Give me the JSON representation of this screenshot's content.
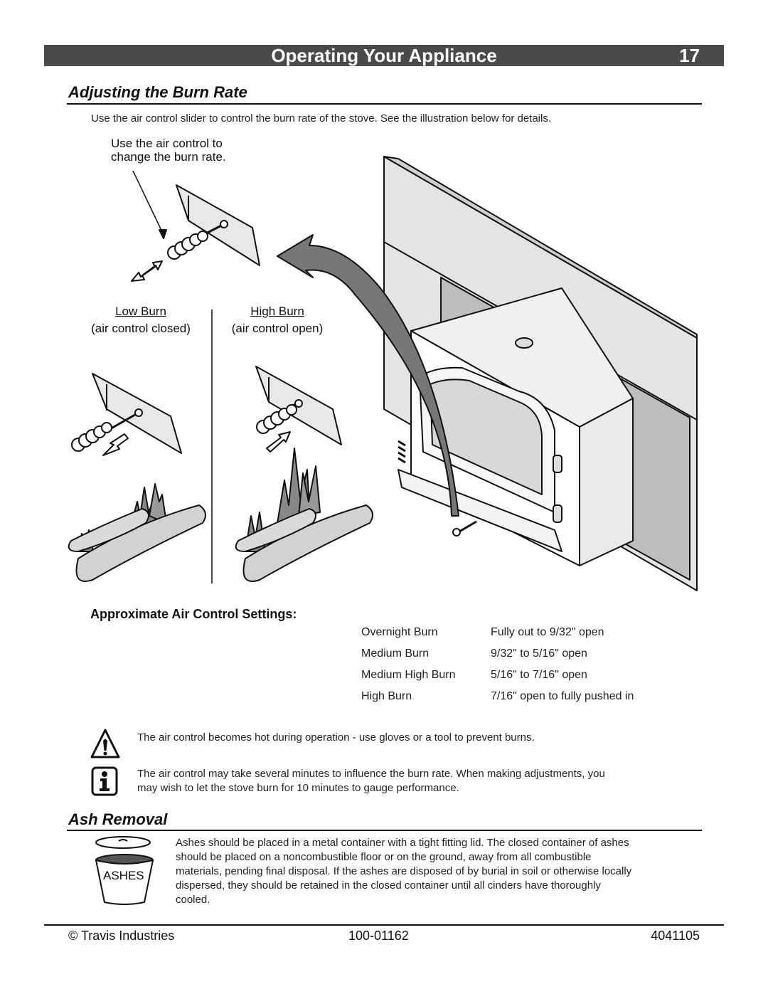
{
  "header": {
    "title": "Operating Your Appliance",
    "page_number": "17"
  },
  "burn_rate": {
    "title": "Adjusting the Burn Rate",
    "intro": "Use the air control slider to control the burn rate of the stove.  See the illustration below for details.",
    "callout_line1": "Use the air control to",
    "callout_line2": "change the burn rate.",
    "low_burn": {
      "label": "Low Burn",
      "sub": "(air control closed)"
    },
    "high_burn": {
      "label": "High Burn",
      "sub": "(air control open)"
    }
  },
  "settings": {
    "heading": "Approximate Air Control Settings:",
    "rows": [
      {
        "name": "Overnight Burn",
        "value": "Fully out to 9/32\" open"
      },
      {
        "name": "Medium Burn",
        "value": "9/32\" to 5/16\" open"
      },
      {
        "name": "Medium High Burn",
        "value": "5/16\" to 7/16\" open"
      },
      {
        "name": "High Burn",
        "value": "7/16\" open to fully pushed in"
      }
    ]
  },
  "notes": {
    "warning": "The air control becomes hot during operation - use gloves or a tool to prevent burns.",
    "info_line1": "The air control may take several minutes to influence the burn rate.  When making adjustments, you",
    "info_line2": "may wish to let the stove burn for 10 minutes to gauge performance."
  },
  "ash_removal": {
    "title": "Ash Removal",
    "bucket_label": "ASHES",
    "lines": [
      "Ashes should be placed in a metal container with a tight fitting lid. The closed container of ashes",
      "should be placed on a noncombustible floor or on the ground, away from all combustible",
      "materials, pending final disposal. If the ashes are disposed of by burial in soil or otherwise locally",
      "dispersed, they should be retained in the closed container until all cinders have thoroughly",
      "cooled."
    ]
  },
  "footer": {
    "copyright": "© Travis Industries",
    "doc_number": "100-01162",
    "date_code": "4041105"
  }
}
